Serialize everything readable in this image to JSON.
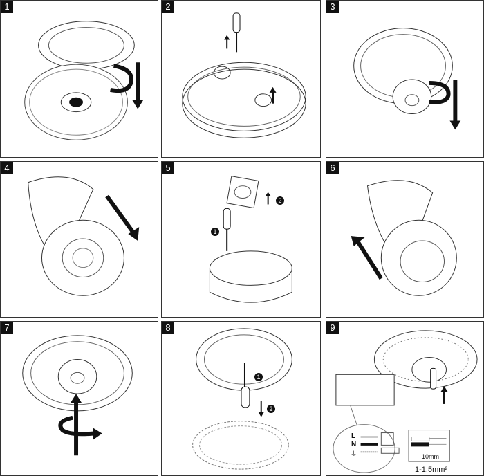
{
  "steps": [
    {
      "number": "1"
    },
    {
      "number": "2"
    },
    {
      "number": "3"
    },
    {
      "number": "4"
    },
    {
      "number": "5",
      "callouts": [
        "1",
        "2"
      ]
    },
    {
      "number": "6"
    },
    {
      "number": "7"
    },
    {
      "number": "8",
      "callouts": [
        "1",
        "2"
      ]
    },
    {
      "number": "9"
    }
  ],
  "wiring": {
    "terminals": [
      "L",
      "N"
    ],
    "strip_length": "10mm",
    "wire_gauge": "1-1.5mm²"
  }
}
